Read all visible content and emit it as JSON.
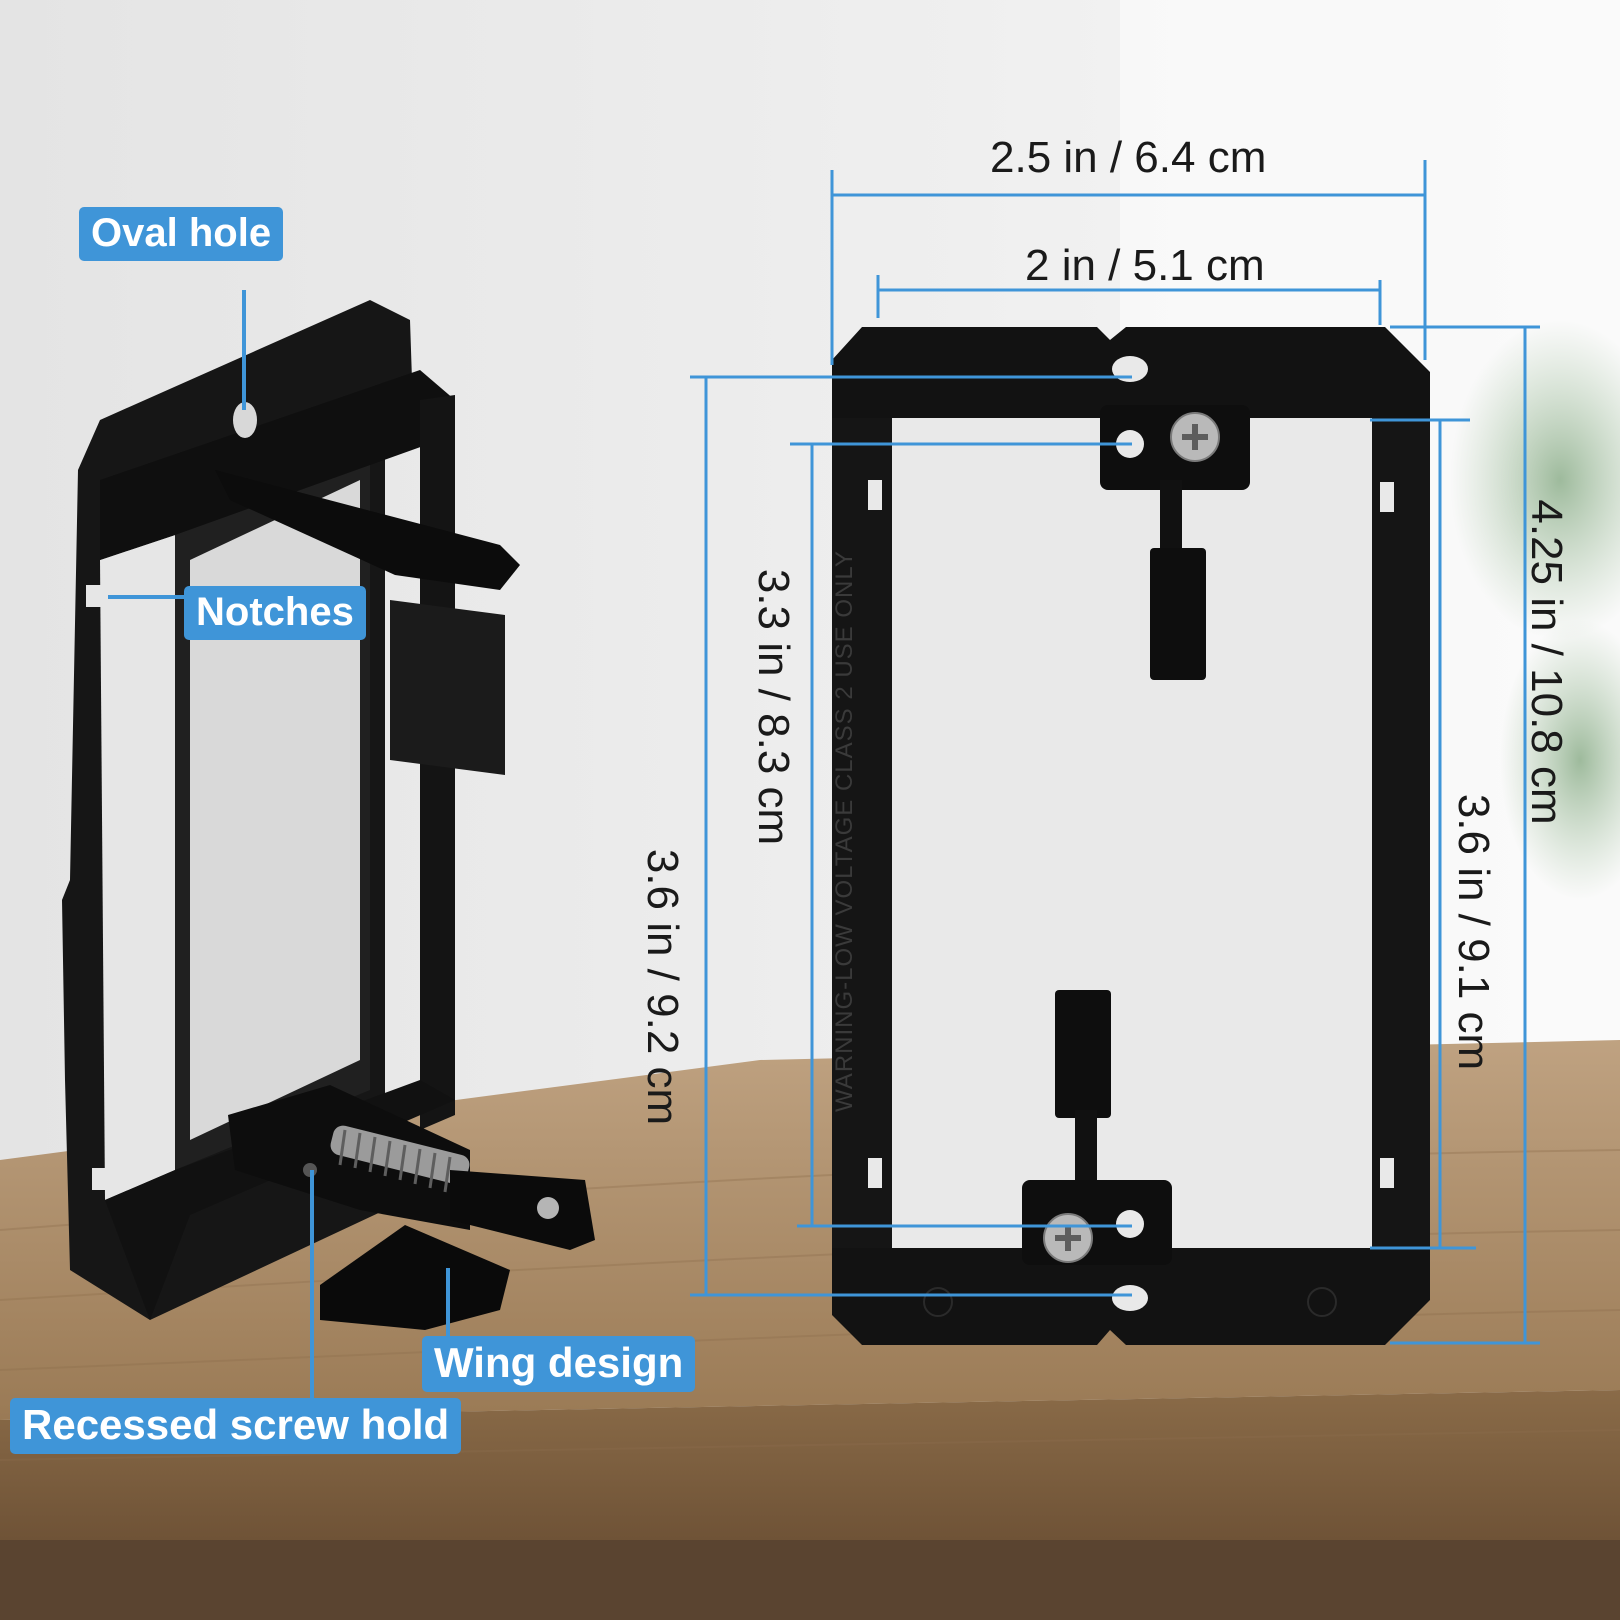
{
  "callouts": {
    "oval_hole": "Oval hole",
    "notches": "Notches",
    "wing_design": "Wing design",
    "recessed_screw_hold": "Recessed screw hold"
  },
  "dimensions": {
    "outer_width": "2.5 in / 6.4 cm",
    "inner_width": "2 in / 5.1 cm",
    "outer_height": "4.25 in / 10.8 cm",
    "hole_spacing_left": "3.6 in / 9.2 cm",
    "screw_spacing": "3.3 in / 8.3 cm",
    "opening_height": "3.6 in / 9.1 cm"
  },
  "bracket_imprint": {
    "warning": "WARNING-LOW VOLTAGE CLASS 2 USE ONLY"
  },
  "colors": {
    "accent": "#3f95d8",
    "bracket": "#121212",
    "wall": "#ececec",
    "table": "#a68763"
  }
}
